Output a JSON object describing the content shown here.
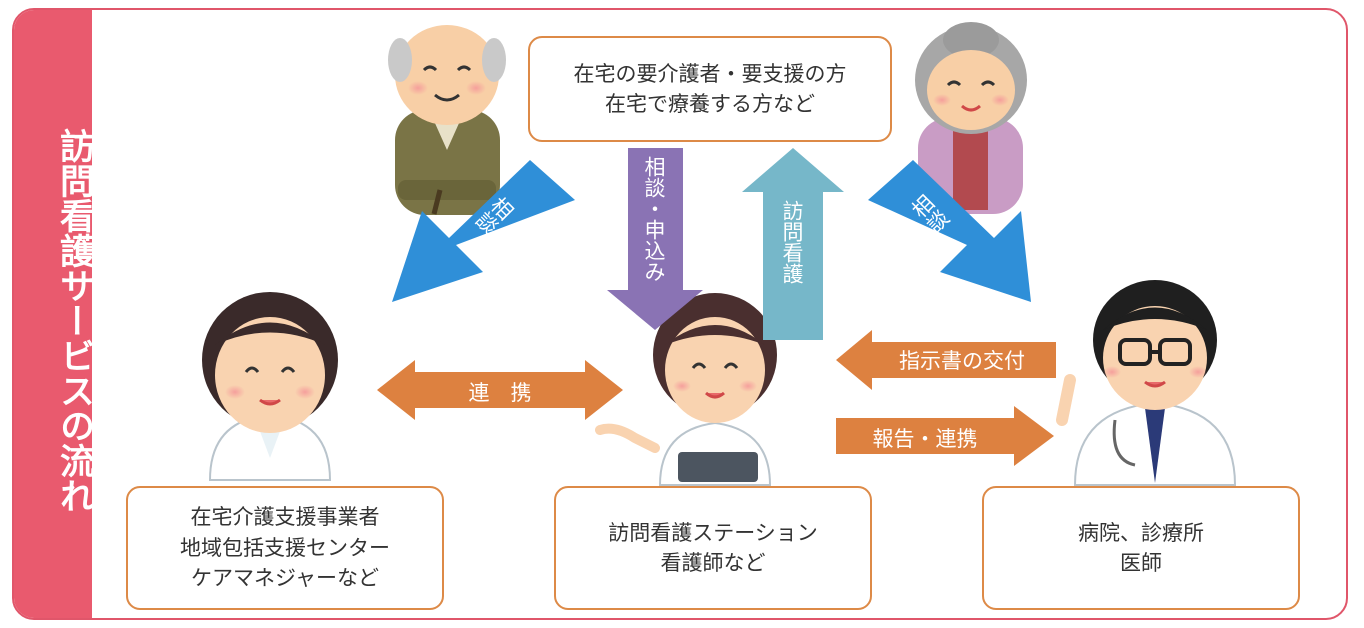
{
  "title": "訪問看護サービスの流れ",
  "boxes": {
    "patient": {
      "line1": "在宅の要介護者・要支援の方",
      "line2": "在宅で療養する方など"
    },
    "care_manager": {
      "line1": "在宅介護支援事業者",
      "line2": "地域包括支援センター",
      "line3": "ケアマネジャーなど"
    },
    "station": {
      "line1": "訪問看護ステーション",
      "line2": "看護師など"
    },
    "hospital": {
      "line1": "病院、診療所",
      "line2": "医師"
    }
  },
  "arrows": {
    "consult_left": "相談",
    "consult_apply": "相談・申込み",
    "visit_nursing": "訪問看護",
    "consult_right": "相談",
    "cooperate": "連　携",
    "instruction": "指示書の交付",
    "report": "報告・連携"
  },
  "colors": {
    "accent": "#e95a6e",
    "box_border": "#dd8a47",
    "arrow_blue": "#2f8fd8",
    "arrow_purple": "#8a73b4",
    "arrow_teal": "#76b7c9",
    "arrow_orange": "#dd8140"
  },
  "icons": [
    "elderly-man-icon",
    "elderly-woman-icon",
    "care-manager-woman-icon",
    "nurse-icon",
    "doctor-icon"
  ]
}
